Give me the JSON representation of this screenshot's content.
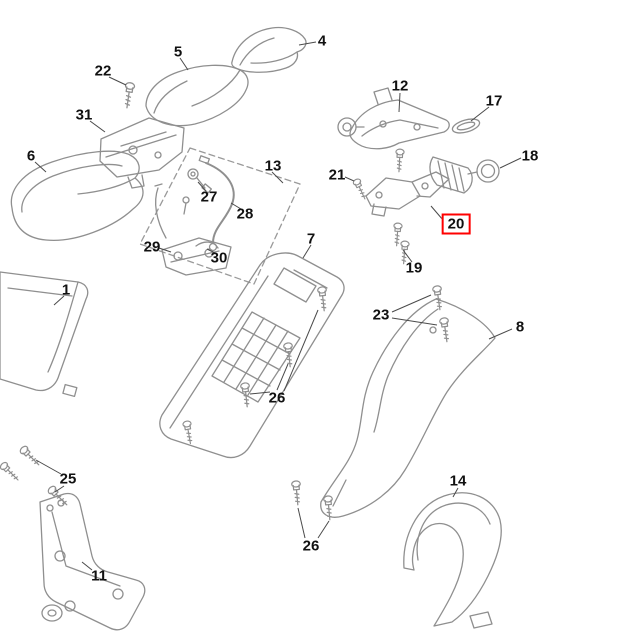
{
  "diagram": {
    "kind": "exploded-parts-diagram",
    "background_color": "#ffffff",
    "line_color": "#8f8f8f",
    "leader_color": "#4a4a4a",
    "highlight_color": "#ff0000",
    "highlighted_part": "20",
    "callouts": [
      {
        "number": "22",
        "highlighted": false
      },
      {
        "number": "5",
        "highlighted": false
      },
      {
        "number": "4",
        "highlighted": false
      },
      {
        "number": "31",
        "highlighted": false
      },
      {
        "number": "12",
        "highlighted": false
      },
      {
        "number": "17",
        "highlighted": false
      },
      {
        "number": "6",
        "highlighted": false
      },
      {
        "number": "13",
        "highlighted": false
      },
      {
        "number": "18",
        "highlighted": false
      },
      {
        "number": "27",
        "highlighted": false
      },
      {
        "number": "21",
        "highlighted": false
      },
      {
        "number": "28",
        "highlighted": false
      },
      {
        "number": "20",
        "highlighted": true
      },
      {
        "number": "29",
        "highlighted": false
      },
      {
        "number": "30",
        "highlighted": false
      },
      {
        "number": "7",
        "highlighted": false
      },
      {
        "number": "19",
        "highlighted": false
      },
      {
        "number": "1",
        "highlighted": false
      },
      {
        "number": "23",
        "highlighted": false
      },
      {
        "number": "8",
        "highlighted": false
      },
      {
        "number": "26",
        "highlighted": false
      },
      {
        "number": "25",
        "highlighted": false
      },
      {
        "number": "14",
        "highlighted": false
      },
      {
        "number": "26",
        "highlighted": false
      },
      {
        "number": "11",
        "highlighted": false
      }
    ]
  }
}
